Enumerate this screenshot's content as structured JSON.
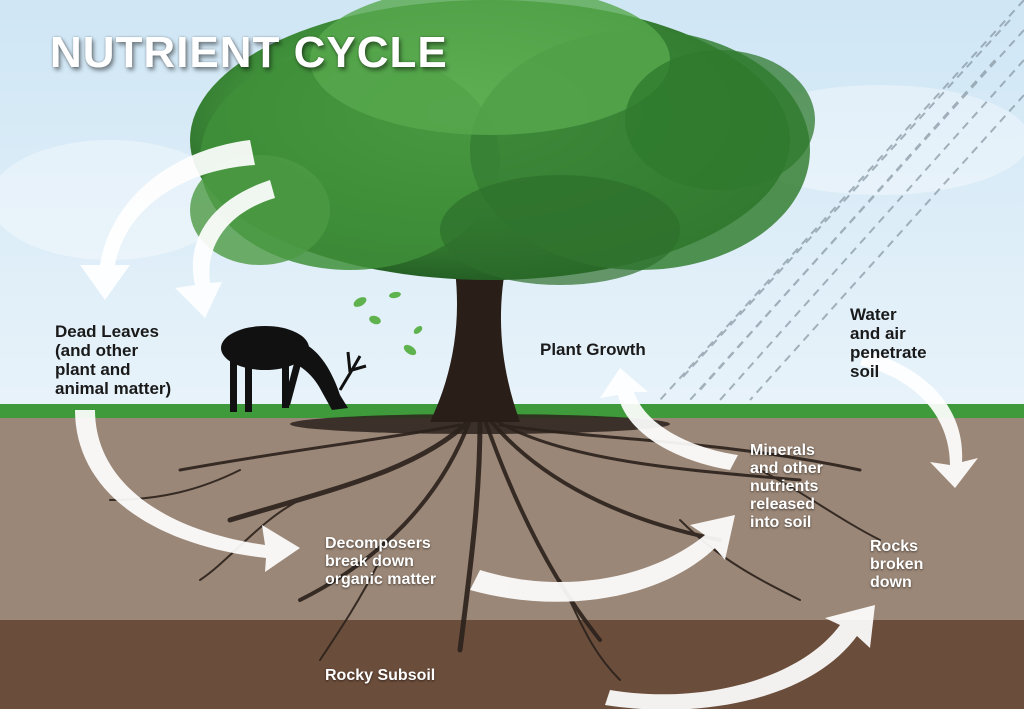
{
  "title": "NUTRIENT CYCLE",
  "labels": {
    "dead_leaves": "Dead Leaves\n(and other\nplant and\nanimal matter)",
    "plant_growth": "Plant Growth",
    "water_air": "Water\nand air\npenetrate\nsoil",
    "minerals": "Minerals\nand other\nnutrients\nreleased\ninto soil",
    "decomposers": "Decomposers\nbreak down\norganic matter",
    "rocks": "Rocks\nbroken\ndown",
    "subsoil": "Rocky Subsoil"
  },
  "colors": {
    "sky": "#d6eaf6",
    "grass": "#3e9a3a",
    "topsoil": "#9b8777",
    "subsoil": "#6b4d3b",
    "foliage": "#3f8f3a",
    "trunk": "#2a1f18",
    "arrow": "#ffffff"
  },
  "icons": [
    "deer-silhouette",
    "tree",
    "rain-streaks",
    "cycle-arrow"
  ]
}
